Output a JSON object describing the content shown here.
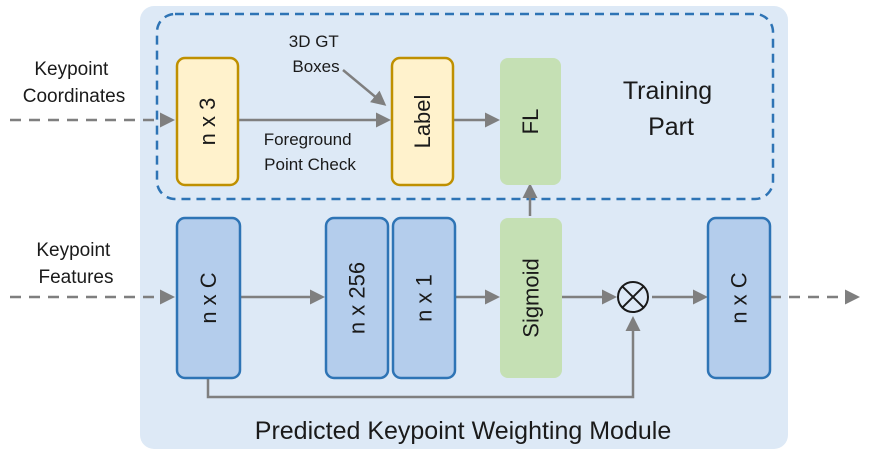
{
  "inputs": {
    "keypoint_coordinates": [
      "Keypoint",
      "Coordinates"
    ],
    "keypoint_features": [
      "Keypoint",
      "Features"
    ]
  },
  "annotations": {
    "gt_boxes": [
      "3D GT",
      "Boxes"
    ],
    "foreground_check": [
      "Foreground",
      "Point Check"
    ]
  },
  "blocks": {
    "coords": "n x 3",
    "label": "Label",
    "fl": "FL",
    "features": "n x C",
    "fc256": "n x 256",
    "fc1": "n x 1",
    "sigmoid": "Sigmoid",
    "output": "n x C"
  },
  "training_part": [
    "Training",
    "Part"
  ],
  "module_title": "Predicted Keypoint Weighting Module",
  "colors": {
    "module_bg": "#dde9f6",
    "blue_block_fill": "#b4cdec",
    "blue_block_stroke": "#2e74b5",
    "yellow_block_fill": "#fff2cc",
    "yellow_block_stroke": "#bf9000",
    "green_block_fill": "#c5e0b4",
    "arrow": "#7f7f7f",
    "dashed_border": "#2e74b5"
  }
}
